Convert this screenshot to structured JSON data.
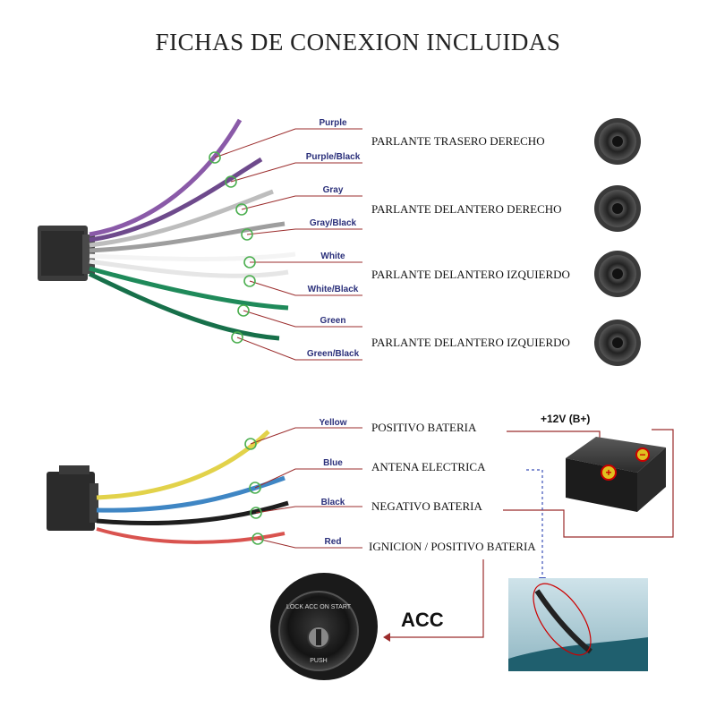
{
  "title": "FICHAS DE CONEXION INCLUIDAS",
  "colors": {
    "label_text": "#2a2f7a",
    "leader_line": "#9b2c2c",
    "check_mark": "#4caf50",
    "connector": "#3a3a3a"
  },
  "top_group": {
    "wires": [
      {
        "label": "Purple",
        "color": "#8a5aa8"
      },
      {
        "label": "Purple/Black",
        "color": "#6e4a8c"
      },
      {
        "label": "Gray",
        "color": "#bdbdbd"
      },
      {
        "label": "Gray/Black",
        "color": "#9e9e9e"
      },
      {
        "label": "White",
        "color": "#f4f4f4"
      },
      {
        "label": "White/Black",
        "color": "#e6e6e6"
      },
      {
        "label": "Green",
        "color": "#1f8a5a"
      },
      {
        "label": "Green/Black",
        "color": "#17704a"
      }
    ],
    "speakers": [
      "PARLANTE TRASERO DERECHO",
      "PARLANTE DELANTERO DERECHO",
      "PARLANTE DELANTERO IZQUIERDO",
      "PARLANTE DELANTERO IZQUIERDO"
    ]
  },
  "bottom_group": {
    "wires": [
      {
        "label": "Yellow",
        "color": "#e2d24a",
        "description": "POSITIVO BATERIA"
      },
      {
        "label": "Blue",
        "color": "#3f86c4",
        "description": "ANTENA ELECTRICA"
      },
      {
        "label": "Black",
        "color": "#1e1e1e",
        "description": "NEGATIVO BATERIA"
      },
      {
        "label": "Red",
        "color": "#d9534f",
        "description": "IGNICION / POSITIVO BATERIA"
      }
    ]
  },
  "battery": {
    "label": "+12V  (B+)",
    "plus": "+",
    "minus": "−"
  },
  "ignition": {
    "label": "ACC",
    "key_text": "LOCK ACC ON START",
    "push_text": "PUSH"
  },
  "icons": [
    "speaker-icon",
    "battery-icon",
    "ignition-key-icon",
    "car-antenna-icon"
  ]
}
